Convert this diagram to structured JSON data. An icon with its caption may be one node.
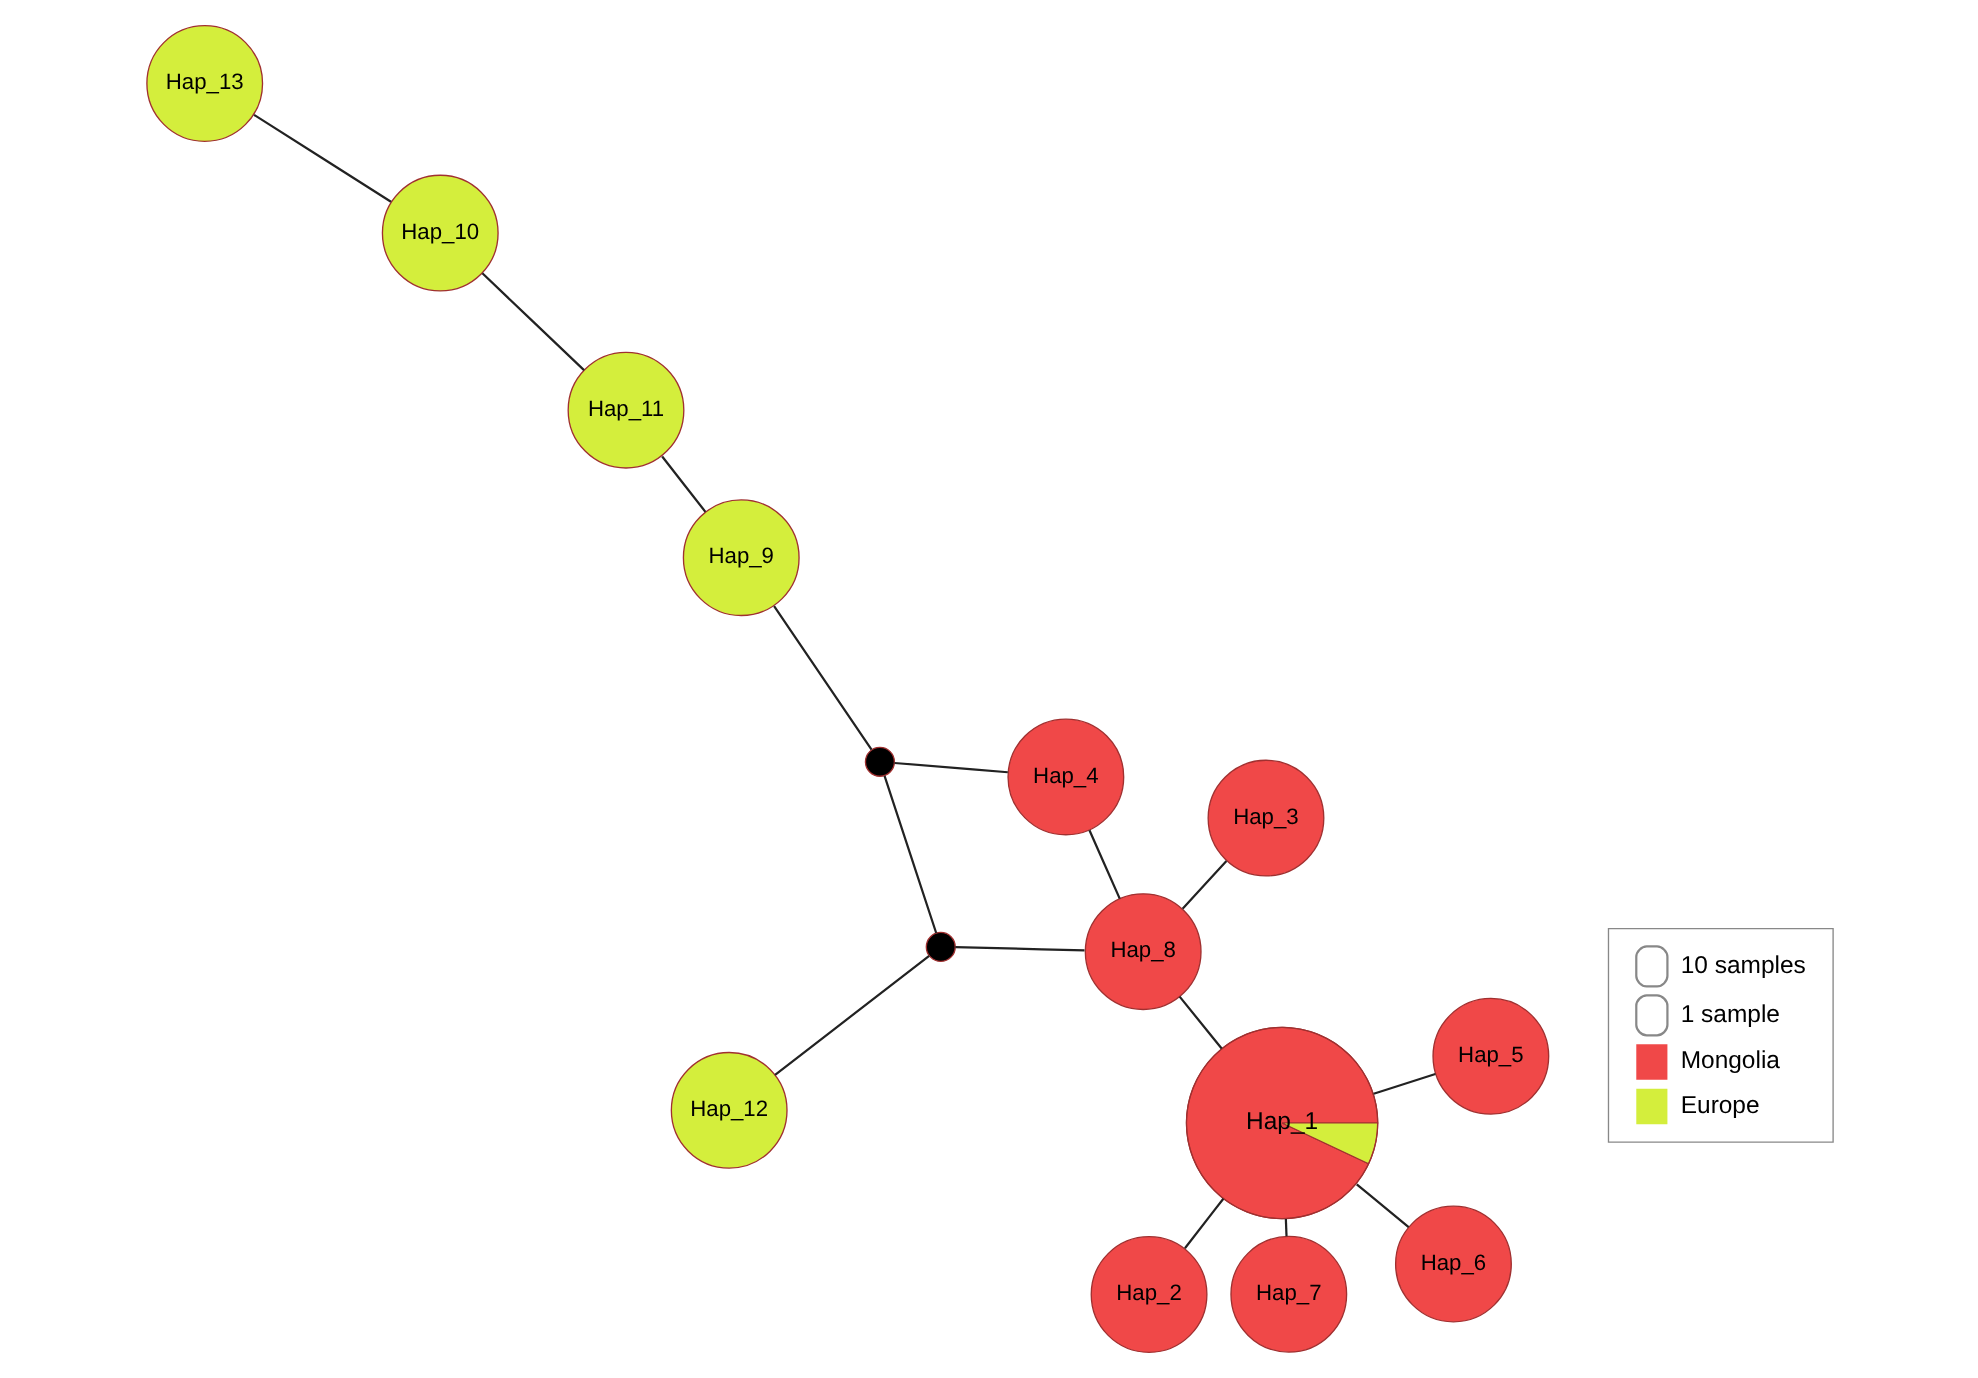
{
  "diagram": {
    "nodes": [
      {
        "text": [
          "Hap_12"
        ]
      },
      {
        "text": [
          "Hap_3"
        ]
      },
      {
        "text": [
          "Hap_7"
        ]
      },
      {
        "text": [],
        "shape": "circle"
      },
      {
        "text": [
          "Hap_9"
        ]
      },
      {
        "text": [],
        "shape": "circle"
      },
      {
        "text": [
          "Hap_8"
        ]
      },
      {
        "text": [
          "Hap_1"
        ]
      },
      {
        "text": [
          "Hap_2"
        ]
      },
      {
        "text": [
          "Hap_4"
        ]
      },
      {
        "text": [
          "Hap_10"
        ]
      },
      {
        "text": [
          "Hap_13"
        ]
      },
      {
        "text": [
          "Hap_11"
        ]
      },
      {
        "text": [
          "Hap_6"
        ]
      },
      {
        "text": [
          "Hap_5"
        ]
      }
    ],
    "edges": [
      {
        "from": 0,
        "to": 3,
        "arrow": "none"
      },
      {
        "from": 3,
        "to": 6,
        "arrow": "none"
      },
      {
        "from": 3,
        "to": 5,
        "arrow": "none"
      },
      {
        "from": 4,
        "to": 5,
        "arrow": "none"
      },
      {
        "from": 5,
        "to": 9,
        "arrow": "none"
      },
      {
        "from": 9,
        "to": 6,
        "arrow": "none"
      },
      {
        "from": 1,
        "to": 6,
        "arrow": "none"
      },
      {
        "from": 6,
        "to": 7,
        "arrow": "none"
      },
      {
        "from": 2,
        "to": 7,
        "arrow": "none"
      },
      {
        "from": 7,
        "to": 8,
        "arrow": "none"
      },
      {
        "from": 7,
        "to": 13,
        "arrow": "none"
      },
      {
        "from": 7,
        "to": 14,
        "arrow": "none"
      },
      {
        "from": 4,
        "to": 12,
        "arrow": "none"
      },
      {
        "from": 10,
        "to": 12,
        "arrow": "none"
      },
      {
        "from": 11,
        "to": 10,
        "arrow": "none"
      }
    ],
    "legend": [
      {
        "text": "10 samples"
      },
      {
        "text": "1 sample"
      },
      {
        "text": "Mongolia",
        "color": "#f04848"
      },
      {
        "text": "Europe",
        "color": "#d4ee3c"
      }
    ]
  }
}
